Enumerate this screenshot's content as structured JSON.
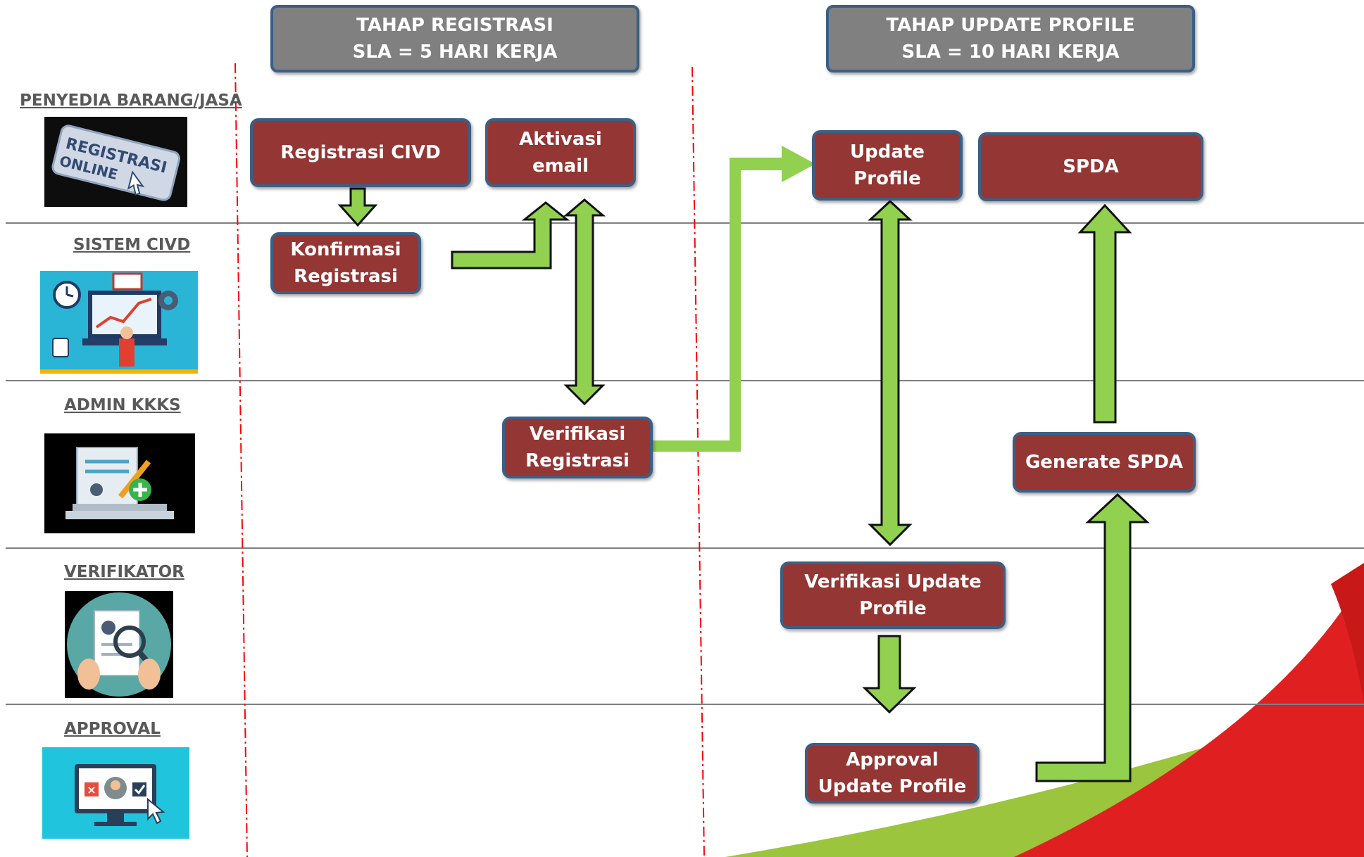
{
  "phases": {
    "registration": {
      "line1": "TAHAP REGISTRASI",
      "line2": "SLA = 5 HARI KERJA"
    },
    "update": {
      "line1": "TAHAP UPDATE PROFILE",
      "line2": "SLA = 10 HARI KERJA"
    }
  },
  "lanes": [
    {
      "label": "PENYEDIA BARANG/JASA",
      "icon": "registrasi-online-icon"
    },
    {
      "label": "SISTEM CIVD",
      "icon": "system-workspace-icon"
    },
    {
      "label": "ADMIN KKKS",
      "icon": "admin-laptop-icon"
    },
    {
      "label": "VERIFIKATOR",
      "icon": "magnifier-document-icon"
    },
    {
      "label": "APPROVAL",
      "icon": "approval-monitor-icon"
    }
  ],
  "icon_text": {
    "registrasi": "REGISTRASI",
    "online": "ONLINE"
  },
  "steps": {
    "registrasi_civd": "Registrasi CIVD",
    "aktivasi_l1": "Aktivasi",
    "aktivasi_l2": "email",
    "konfirmasi_l1": "Konfirmasi",
    "konfirmasi_l2": "Registrasi",
    "verifikasi_reg_l1": "Verifikasi",
    "verifikasi_reg_l2": "Registrasi",
    "update_l1": "Update",
    "update_l2": "Profile",
    "spda": "SPDA",
    "generate_spda": "Generate SPDA",
    "verifikasi_update_l1": "Verifikasi Update",
    "verifikasi_update_l2": "Profile",
    "approval_l1": "Approval",
    "approval_l2": "Update Profile"
  },
  "colors": {
    "step_fill": "#943634",
    "step_border": "#3b5f86",
    "phase_fill": "#808080",
    "arrow_fill": "#92d050",
    "divider": "#ff0000"
  }
}
